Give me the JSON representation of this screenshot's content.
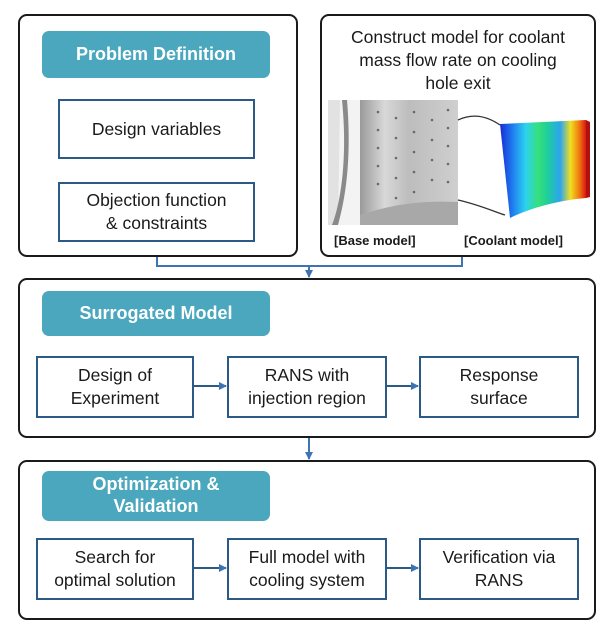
{
  "problem_definition": {
    "title": "Problem Definition",
    "boxes": [
      "Design variables",
      "Objection function\n& constraints"
    ]
  },
  "coolant": {
    "title": "Construct model for coolant\nmass flow rate on cooling\nhole exit",
    "base_caption": "[Base model]",
    "coolant_caption": "[Coolant model]"
  },
  "surrogated": {
    "title": "Surrogated Model",
    "steps": [
      "Design of\nExperiment",
      "RANS with\ninjection region",
      "Response\nsurface"
    ]
  },
  "optimization": {
    "title": "Optimization &\nValidation",
    "steps": [
      "Search for\noptimal solution",
      "Full model with\ncooling system",
      "Verification via\nRANS"
    ]
  },
  "colors": {
    "header": "#4aa7bd",
    "box_border": "#2b5a86",
    "connector": "#3f74b3"
  }
}
